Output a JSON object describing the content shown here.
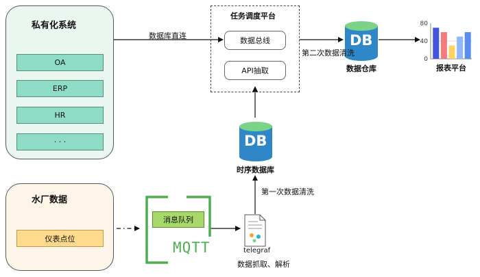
{
  "private_system": {
    "title": "私有化系统",
    "items": [
      "OA",
      "ERP",
      "HR",
      "· · ·"
    ]
  },
  "water_plant": {
    "title": "水厂数据",
    "item": "仪表点位"
  },
  "scheduler": {
    "title": "任务调度平台",
    "bus": "数据总线",
    "api": "API抽取"
  },
  "edges": {
    "db_direct": "数据库直连",
    "second_clean": "第二次数据清洗",
    "first_clean": "第一次数据清洗"
  },
  "warehouse": {
    "icon_text": "DB",
    "label": "数据仓库"
  },
  "tsdb": {
    "icon_text": "DB",
    "label": "时序数据库"
  },
  "mqtt": {
    "queue": "消息队列",
    "brand": "MQTT"
  },
  "telegraf": {
    "label": "telegraf",
    "caption": "数据抓取、解析"
  },
  "report": {
    "label": "报表平台",
    "chart_data": {
      "type": "bar",
      "categories": [
        "",
        "",
        "",
        "",
        ""
      ],
      "values": [
        70,
        60,
        30,
        50,
        60
      ],
      "yticks": [
        "80",
        "40",
        "0"
      ],
      "ylim": [
        0,
        80
      ],
      "colors": [
        "#4357d6",
        "#f47c7c",
        "#ffd166",
        "#8fb8ff",
        "#5b8def"
      ]
    }
  },
  "colors": {
    "mqtt_green": "#4caf50",
    "db_blue": "#2f87c8",
    "db_green": "#7bd38a"
  }
}
